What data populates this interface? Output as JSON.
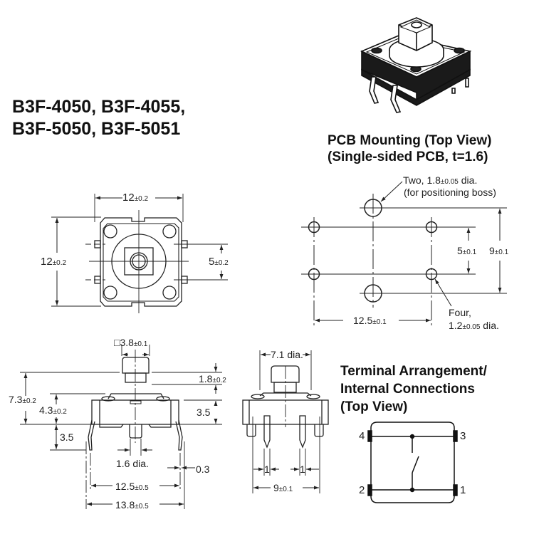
{
  "title": {
    "line1": "B3F-4050, B3F-4055,",
    "line2": "B3F-5050, B3F-5051"
  },
  "pcb_mounting": {
    "heading_line1": "PCB Mounting (Top View)",
    "heading_line2": "(Single-sided PCB, t=1.6)",
    "boss_note_line1_main": "Two, 1.8",
    "boss_note_line1_tol": "±0.05",
    "boss_note_line1_suffix": " dia.",
    "boss_note_line2": "(for positioning boss)",
    "pin_note_line1": "Four,",
    "pin_note_line2_main": "1.2",
    "pin_note_line2_tol": "±0.05",
    "pin_note_line2_suffix": " dia.",
    "dim_5": {
      "value": "5",
      "tol": "±0.1"
    },
    "dim_9": {
      "value": "9",
      "tol": "±0.1"
    },
    "dim_12_5": {
      "value": "12.5",
      "tol": "±0.1"
    }
  },
  "top_view": {
    "dim_width": {
      "value": "12",
      "tol": "±0.2"
    },
    "dim_height": {
      "value": "12",
      "tol": "±0.2"
    },
    "dim_pin_pitch": {
      "value": "5",
      "tol": "±0.2"
    }
  },
  "side_view": {
    "dim_plunger": {
      "prefix": "□",
      "value": "3.8",
      "tol": "±0.1"
    },
    "dim_plunger_height": {
      "value": "1.8",
      "tol": "±0.2"
    },
    "dim_total_height": {
      "value": "7.3",
      "tol": "±0.2"
    },
    "dim_body_height": {
      "value": "4.3",
      "tol": "±0.2"
    },
    "dim_body_3_5": {
      "value": "3.5"
    },
    "dim_lead_3_5": {
      "value": "3.5"
    },
    "dim_boss": {
      "value": "1.6 dia."
    },
    "dim_lead_thickness": {
      "value": "0.3"
    },
    "dim_12_5": {
      "value": "12.5",
      "tol": "±0.5"
    },
    "dim_13_8": {
      "value": "13.8",
      "tol": "±0.5"
    }
  },
  "front_view": {
    "dim_dia": {
      "value": "7.1 dia."
    },
    "dim_1_left": {
      "value": "1"
    },
    "dim_1_right": {
      "value": "1"
    },
    "dim_9": {
      "value": "9",
      "tol": "±0.1"
    }
  },
  "terminal": {
    "heading_line1": "Terminal Arrangement/",
    "heading_line2": "Internal Connections",
    "heading_line3": "(Top View)",
    "pins": {
      "p1": "1",
      "p2": "2",
      "p3": "3",
      "p4": "4"
    }
  }
}
